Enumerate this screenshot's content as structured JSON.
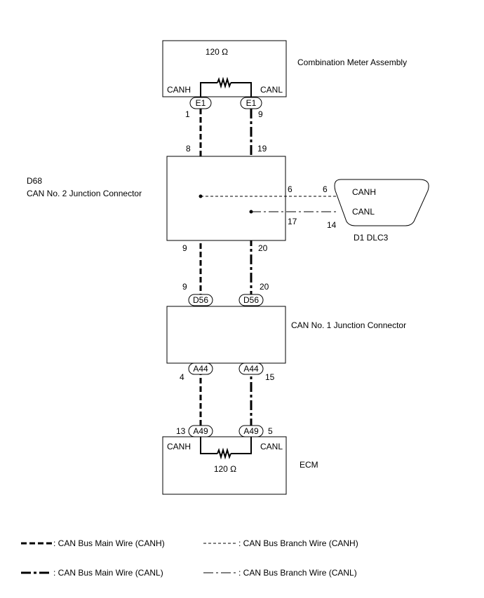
{
  "meter": {
    "resistance": "120 Ω",
    "title": "Combination Meter Assembly",
    "canh": "CANH",
    "canl": "CANL",
    "conn_left": "E1",
    "conn_right": "E1",
    "pin_left": "1",
    "pin_right": "9"
  },
  "jc2": {
    "code": "D68",
    "title": "CAN No. 2 Junction Connector",
    "pin_top_left": "8",
    "pin_top_right": "19",
    "pin_bottom_left": "9",
    "pin_bottom_right": "20",
    "pin_canh_branch": "6",
    "pin_canl_branch": "17"
  },
  "dlc3": {
    "label": "D1  DLC3",
    "canh": "CANH",
    "canl": "CANL",
    "pin_canh": "6",
    "pin_canl": "14"
  },
  "jc1": {
    "title": "CAN No. 1 Junction Connector",
    "conn_top_left": "D56",
    "conn_top_right": "D56",
    "pin_top_left": "9",
    "pin_top_right": "20",
    "conn_bottom_left": "A44",
    "conn_bottom_right": "A44",
    "pin_bottom_left": "4",
    "pin_bottom_right": "15"
  },
  "ecm": {
    "title": "ECM",
    "canh": "CANH",
    "canl": "CANL",
    "resistance": "120 Ω",
    "conn_left": "A49",
    "conn_right": "A49",
    "pin_left": "13",
    "pin_right": "5"
  },
  "legend": {
    "main_canh": ": CAN Bus Main Wire (CANH)",
    "branch_canh": ": CAN Bus Branch Wire (CANH)",
    "main_canl": ": CAN Bus Main Wire (CANL)",
    "branch_canl": ": CAN Bus Branch Wire (CANL)"
  }
}
